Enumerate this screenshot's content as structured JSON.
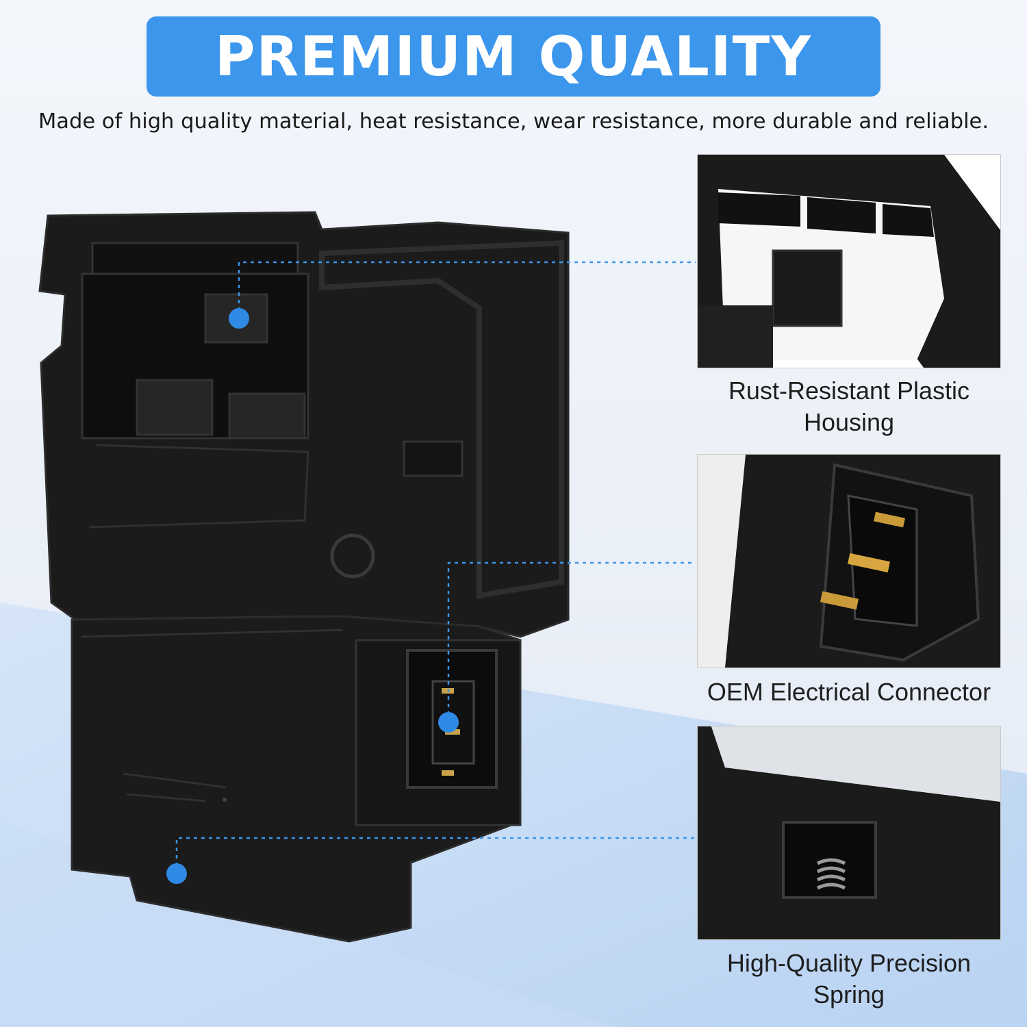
{
  "banner": {
    "title": "PREMIUM QUALITY"
  },
  "subtitle": "Made of high quality material, heat resistance, wear resistance, more durable and reliable.",
  "colors": {
    "accent": "#3b96ec",
    "dot": "#2f8ae6",
    "product": "#1b1b1b",
    "background": "#e8eef8"
  },
  "features": [
    {
      "caption_line1": "Rust-Resistant Plastic",
      "caption_line2": "Housing"
    },
    {
      "caption_line1": "OEM Electrical Connector",
      "caption_line2": ""
    },
    {
      "caption_line1": "High-Quality Precision",
      "caption_line2": "Spring"
    }
  ]
}
